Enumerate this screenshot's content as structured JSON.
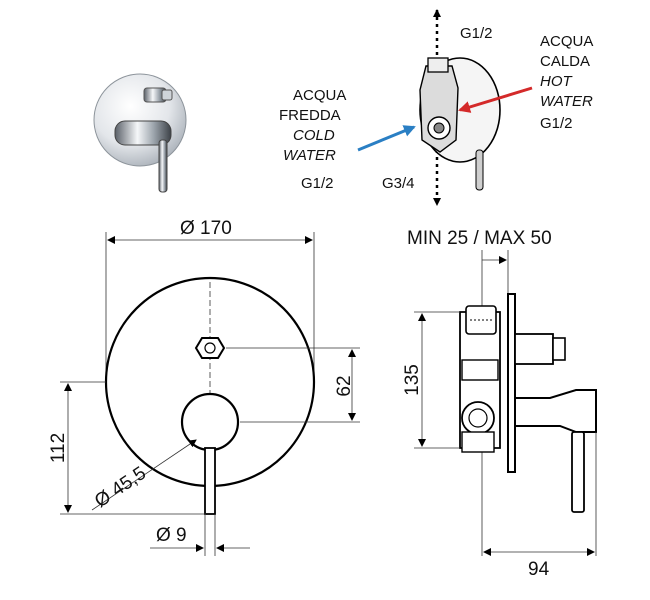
{
  "thumbnail": {
    "name": "product-photo"
  },
  "schematic": {
    "top_connection": "G1/2",
    "hot_label_it_1": "ACQUA",
    "hot_label_it_2": "CALDA",
    "hot_label_en_1": "HOT",
    "hot_label_en_2": "WATER",
    "hot_connection": "G1/2",
    "cold_label_it_1": "ACQUA",
    "cold_label_it_2": "FREDDA",
    "cold_label_en_1": "COLD",
    "cold_label_en_2": "WATER",
    "cold_connection": "G1/2",
    "bottom_connection": "G3/4",
    "colors": {
      "hot_arrow": "#d42a2a",
      "cold_arrow": "#2a7fc4"
    }
  },
  "front_view": {
    "plate_diameter": "Ø 170",
    "handle_diameter": "Ø 45,5",
    "lever_diameter": "Ø 9",
    "knob_offset": "62",
    "total_offset": "112"
  },
  "side_view": {
    "depth_range": "MIN 25 / MAX 50",
    "body_height": "135",
    "projection": "94"
  }
}
